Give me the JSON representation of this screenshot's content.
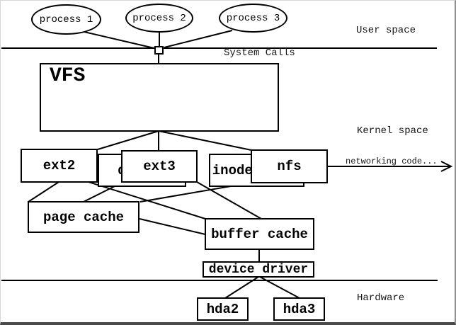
{
  "processes": [
    {
      "label": "process 1"
    },
    {
      "label": "process 2"
    },
    {
      "label": "process 3"
    }
  ],
  "vfs": {
    "title": "VFS",
    "dcache_label": "dcache",
    "inode_cache_label": "inode cache"
  },
  "filesystems": [
    {
      "label": "ext2"
    },
    {
      "label": "ext3"
    },
    {
      "label": "nfs"
    }
  ],
  "caches": {
    "page_cache_label": "page cache",
    "buffer_cache_label": "buffer cache"
  },
  "device_driver_label": "device driver",
  "disks": [
    {
      "label": "hda2"
    },
    {
      "label": "hda3"
    }
  ],
  "region_labels": {
    "user_space": "User space",
    "system_calls": "System Calls",
    "kernel_space": "Kernel space",
    "networking_code": "networking code...",
    "hardware": "Hardware"
  },
  "colors": {
    "line": "#000000",
    "background": "#ffffff",
    "frame_right": "#8f8f8f",
    "frame_bottom": "#4a4a4a",
    "text": "#141414"
  }
}
